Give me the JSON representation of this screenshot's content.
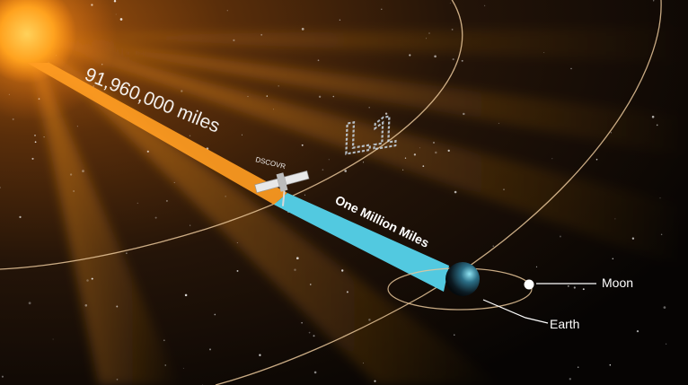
{
  "labels": {
    "sun_distance": "91,960,000 miles",
    "spacecraft": "DSCOVR",
    "lagrange_point": "L1",
    "l1_distance": "One Million Miles",
    "moon": "Moon",
    "earth": "Earth"
  },
  "colors": {
    "background": "#0b0805",
    "sun": "#ff9a1a",
    "sun_beam": "#ff9c22",
    "l1_beam": "#52c9e0",
    "orbit": "#e9c79a",
    "label_text": "#ffffff"
  }
}
